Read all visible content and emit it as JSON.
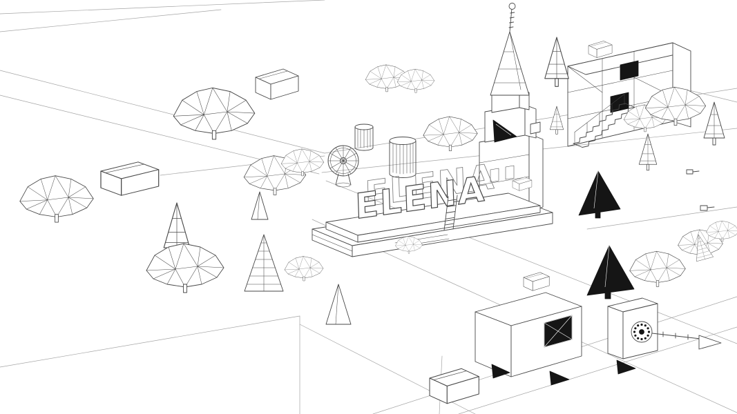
{
  "canvas": {
    "style_vars": "--bg:#ffffff; --line:#474747; --faint:#a3a3a3; --mid:#7a7a7a; --dark:#151515",
    "background": "#ffffff",
    "line_color": "#474747",
    "faint_line_color": "#a3a3a3",
    "dark_fill": "#151515"
  },
  "sign": {
    "text": "ELENA"
  },
  "objects": [
    "sign-platform",
    "spoke-wheel",
    "striped-cylinders",
    "ladder",
    "spired-tower",
    "antenna-ball",
    "dark-banner",
    "stair-building",
    "low-poly-trees",
    "pine-trees",
    "striped-cone-tree",
    "wooden-crates",
    "fan-box",
    "flag-pennant",
    "perspective-road-lines"
  ]
}
